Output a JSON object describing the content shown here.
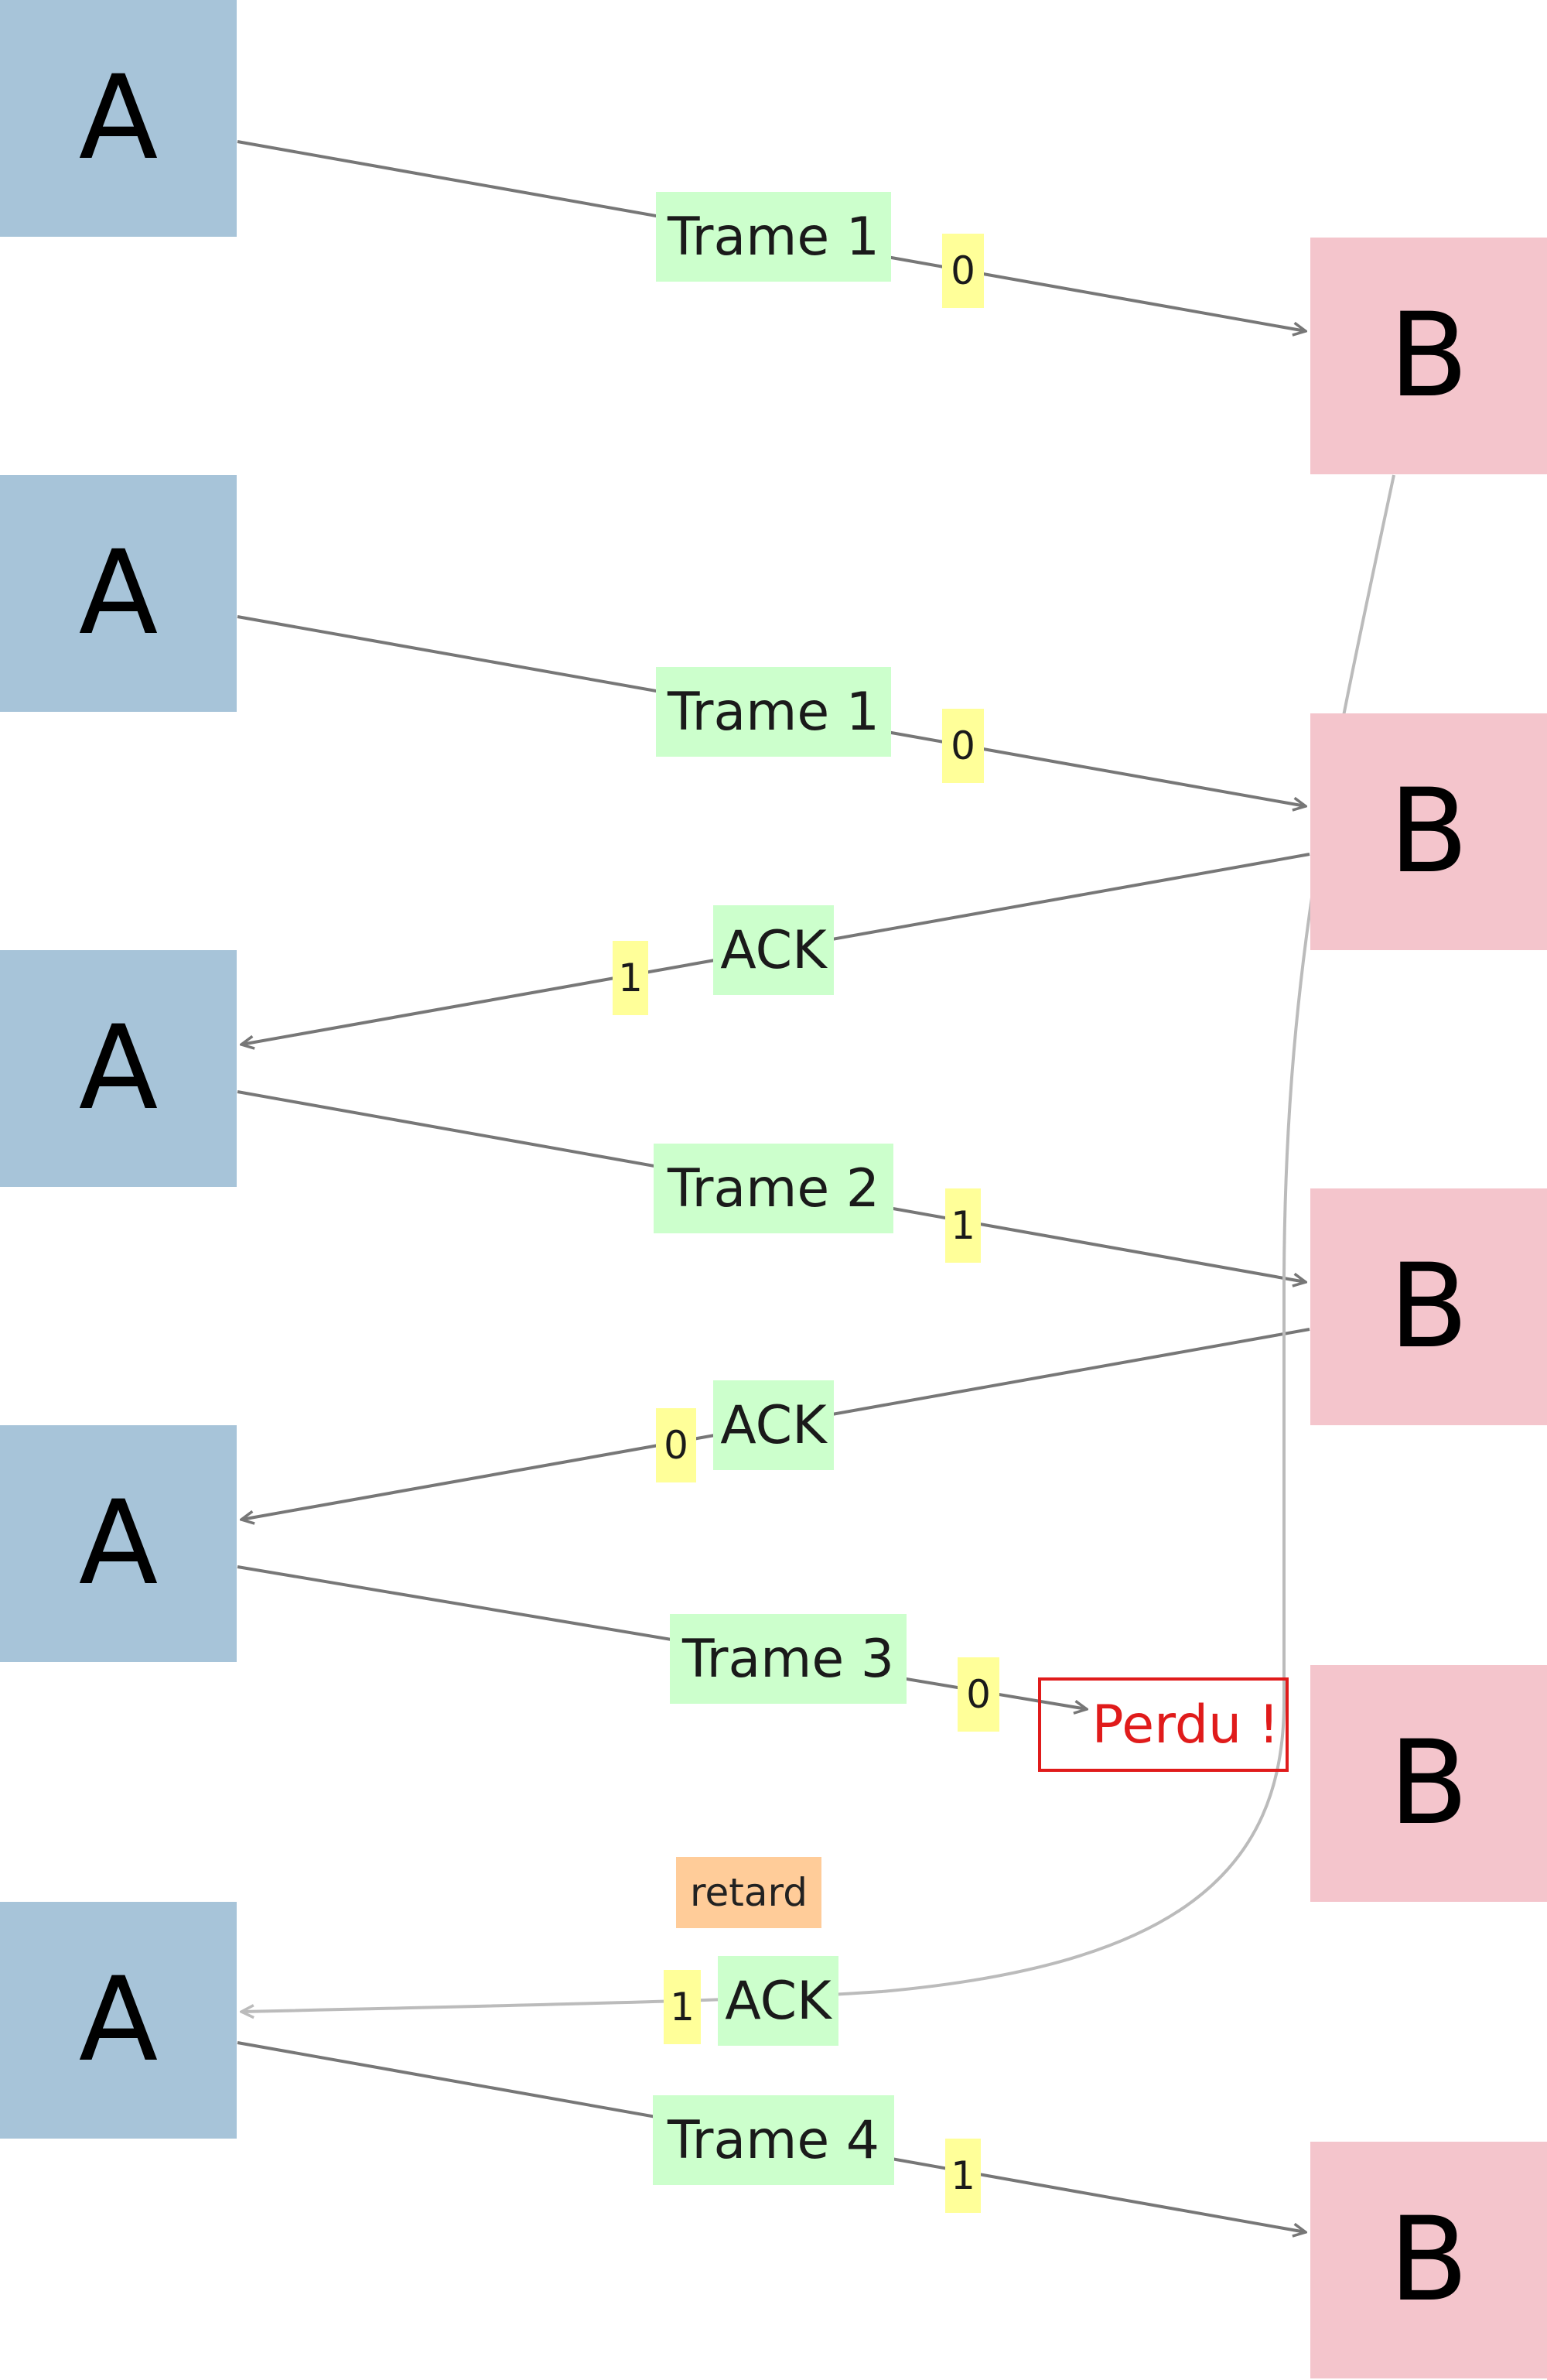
{
  "nodes": {
    "a_label": "A",
    "b_label": "B"
  },
  "messages": {
    "m1": {
      "label": "Trame 1",
      "bit": "0"
    },
    "m2": {
      "label": "Trame 1",
      "bit": "0"
    },
    "m3": {
      "label": "ACK",
      "bit": "1"
    },
    "m4": {
      "label": "Trame 2",
      "bit": "1"
    },
    "m5": {
      "label": "ACK",
      "bit": "0"
    },
    "m6": {
      "label": "Trame 3",
      "bit": "0"
    },
    "m7": {
      "label": "ACK",
      "bit": "1"
    },
    "m8": {
      "label": "Trame 4",
      "bit": "1"
    }
  },
  "annotations": {
    "lost": "Perdu !",
    "delay": "retard"
  },
  "colors": {
    "node_a": "#a7c4d9",
    "node_b": "#f4c5cc",
    "label_bg": "#ccffcc",
    "bit_bg": "#ffff99",
    "delay_bg": "#ffcc99",
    "lost": "#e01b1b",
    "edge": "#777777",
    "delayed_edge": "#bbbbbb"
  }
}
